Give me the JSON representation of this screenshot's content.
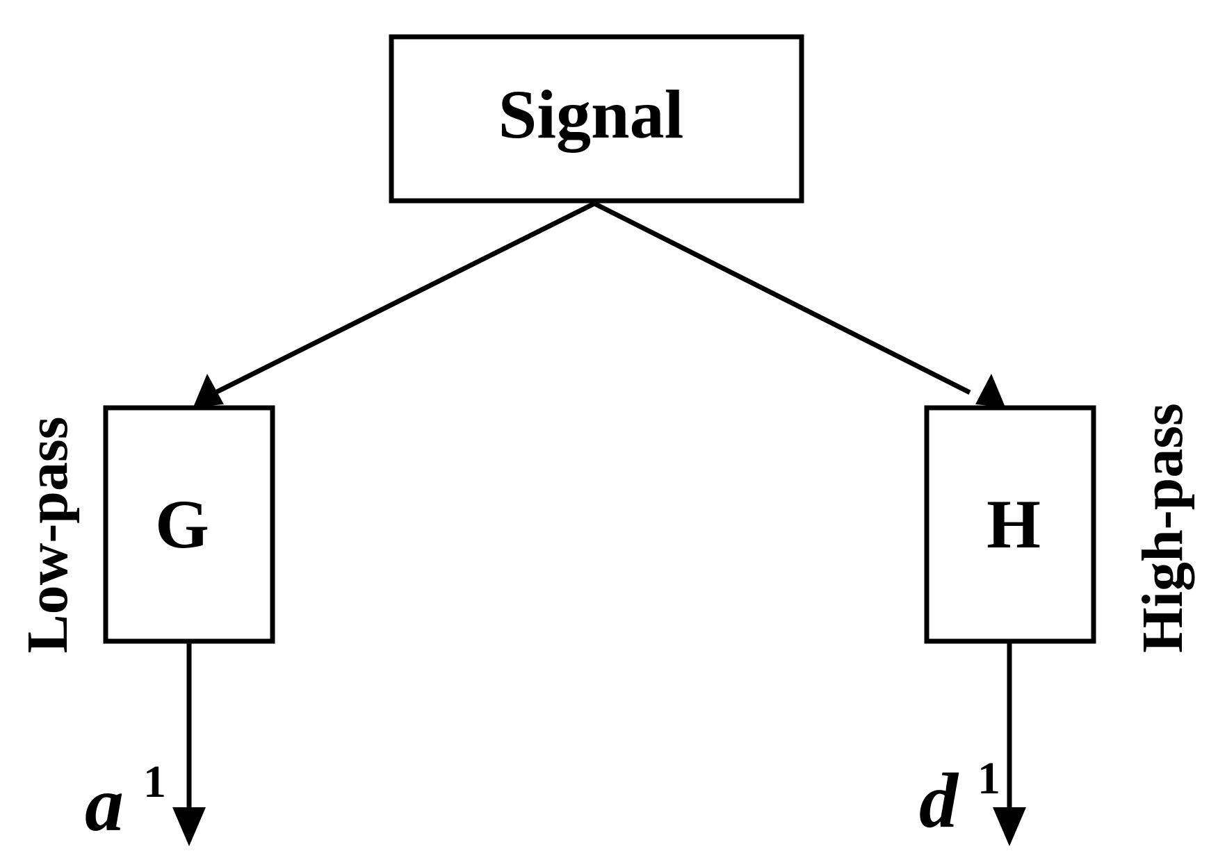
{
  "diagram": {
    "nodes": {
      "signal": {
        "label": "Signal"
      },
      "low_filter": {
        "label": "G",
        "side_label": "Low-pass"
      },
      "high_filter": {
        "label": "H",
        "side_label": "High-pass"
      }
    },
    "outputs": {
      "approx": {
        "symbol": "a",
        "superscript": "1"
      },
      "detail": {
        "symbol": "d",
        "superscript": "1"
      }
    },
    "edges": [
      {
        "from": "signal",
        "to": "low_filter"
      },
      {
        "from": "signal",
        "to": "high_filter"
      },
      {
        "from": "low_filter",
        "to": "approx"
      },
      {
        "from": "high_filter",
        "to": "detail"
      }
    ],
    "colors": {
      "stroke": "#000000",
      "background": "#ffffff"
    }
  }
}
